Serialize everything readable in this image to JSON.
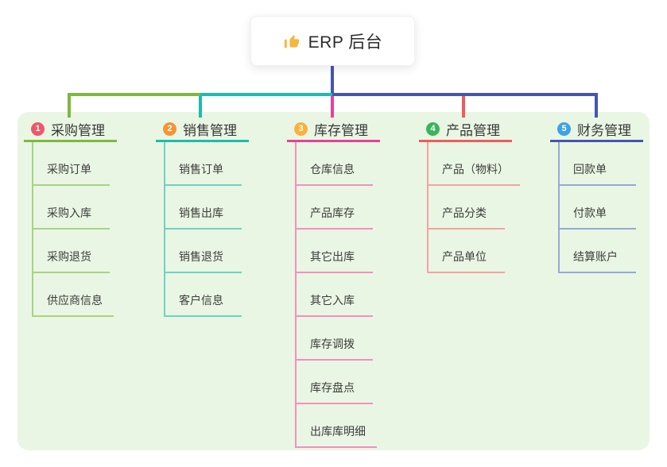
{
  "root": {
    "title": "ERP 后台",
    "icon": "thumbs-up-icon",
    "icon_color": "#f5b83d"
  },
  "canvas": {
    "background": "#ffffff",
    "panel_color": "#e9f6e3"
  },
  "connector": {
    "root_line_color": "#4356b4"
  },
  "branches": [
    {
      "index": "1",
      "title": "采购管理",
      "badge_color": "#f0566b",
      "line_color": "#7cb93e",
      "child_line_color": "#a9d380",
      "children": [
        "采购订单",
        "采购入库",
        "采购退货",
        "供应商信息"
      ]
    },
    {
      "index": "2",
      "title": "销售管理",
      "badge_color": "#f79334",
      "line_color": "#1cbcae",
      "child_line_color": "#6ed2c4",
      "children": [
        "销售订单",
        "销售出库",
        "销售退货",
        "客户信息"
      ]
    },
    {
      "index": "3",
      "title": "库存管理",
      "badge_color": "#fbb03b",
      "line_color": "#ea3f9b",
      "child_line_color": "#f58fc0",
      "children": [
        "仓库信息",
        "产品库存",
        "其它出库",
        "其它入库",
        "库存调拨",
        "库存盘点",
        "出库库明细"
      ]
    },
    {
      "index": "4",
      "title": "产品管理",
      "badge_color": "#3cb45a",
      "line_color": "#f05b5b",
      "child_line_color": "#f7a2a2",
      "children": [
        "产品（物料）",
        "产品分类",
        "产品单位"
      ]
    },
    {
      "index": "5",
      "title": "财务管理",
      "badge_color": "#3ba4e3",
      "line_color": "#4356b4",
      "child_line_color": "#95a8db",
      "children": [
        "回款单",
        "付款单",
        "结算账户"
      ]
    }
  ]
}
